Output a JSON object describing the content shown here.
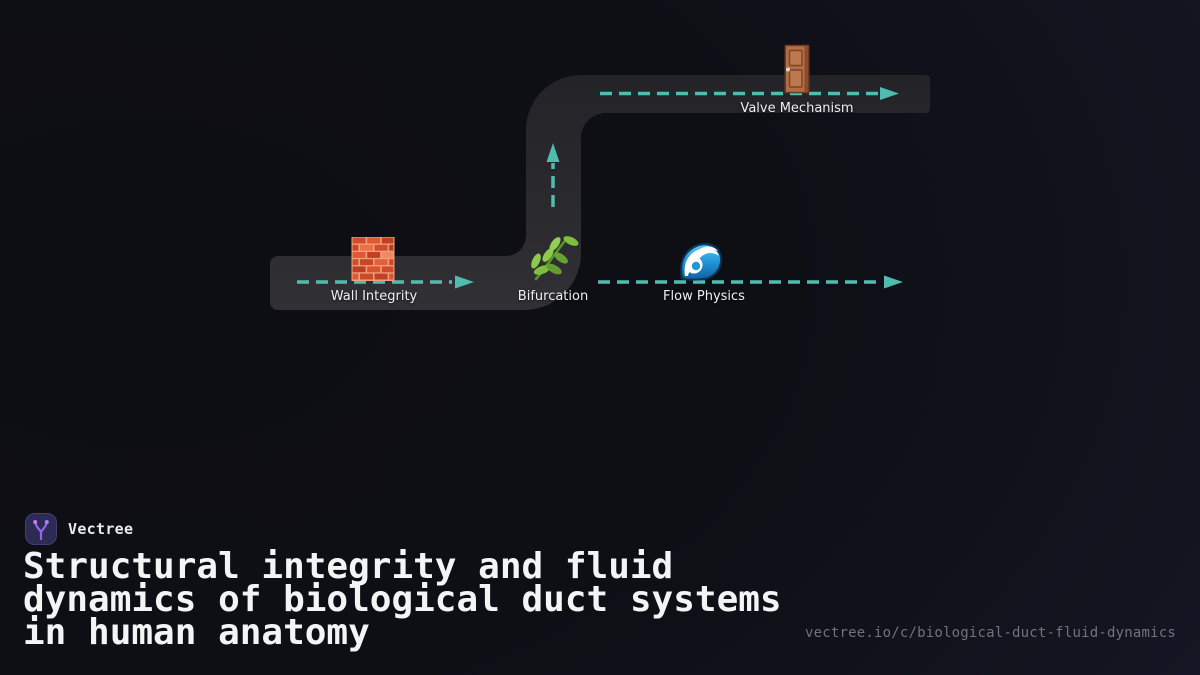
{
  "brand": {
    "name": "Vectree",
    "accent_purple": "#9166ea",
    "logo_bg": "#2c2b53"
  },
  "hero": {
    "title": "Structural integrity and fluid\ndynamics of biological duct systems\nin human anatomy",
    "url": "vectree.io/c/biological-duct-fluid-dynamics"
  },
  "diagram": {
    "arrow_color": "#4ebdb0",
    "pipe_color_top": "#242429",
    "pipe_color_bottom": "#303034",
    "nodes": [
      {
        "label": "Wall Integrity",
        "icon": "brick-wall-icon"
      },
      {
        "label": "Bifurcation",
        "icon": "herb-icon"
      },
      {
        "label": "Flow Physics",
        "icon": "wave-icon"
      },
      {
        "label": "Valve Mechanism",
        "icon": "door-icon"
      }
    ]
  }
}
